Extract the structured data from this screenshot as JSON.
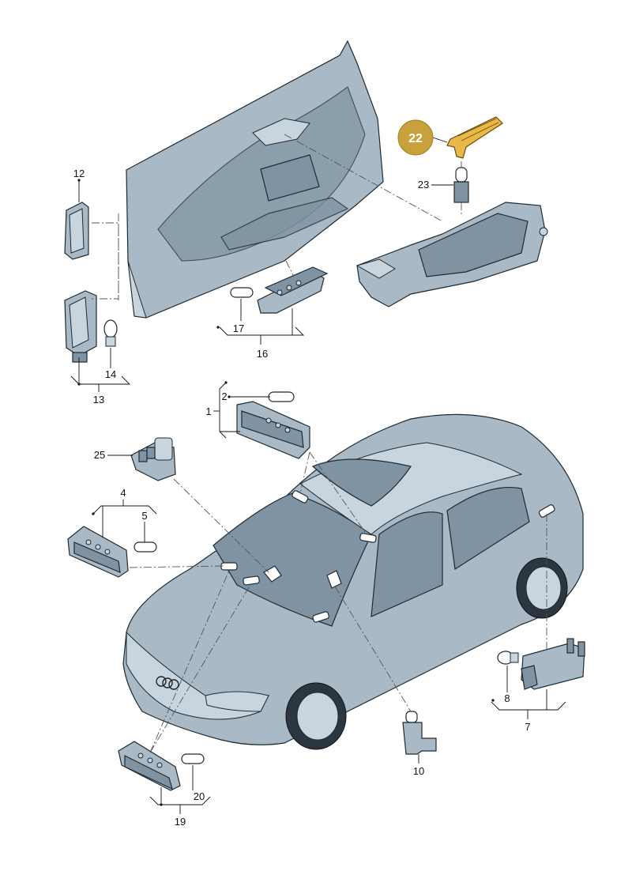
{
  "diagram": {
    "highlight_color": "#c9a13b",
    "part_color": "#a9bac6",
    "callouts": {
      "c1": "1",
      "c2": "2",
      "c4": "4",
      "c5": "5",
      "c7": "7",
      "c8": "8",
      "c10": "10",
      "c12": "12",
      "c13": "13",
      "c14": "14",
      "c16": "16",
      "c17": "17",
      "c19": "19",
      "c20": "20",
      "c22": "22",
      "c23": "23",
      "c25": "25"
    },
    "selected_part": "22"
  }
}
